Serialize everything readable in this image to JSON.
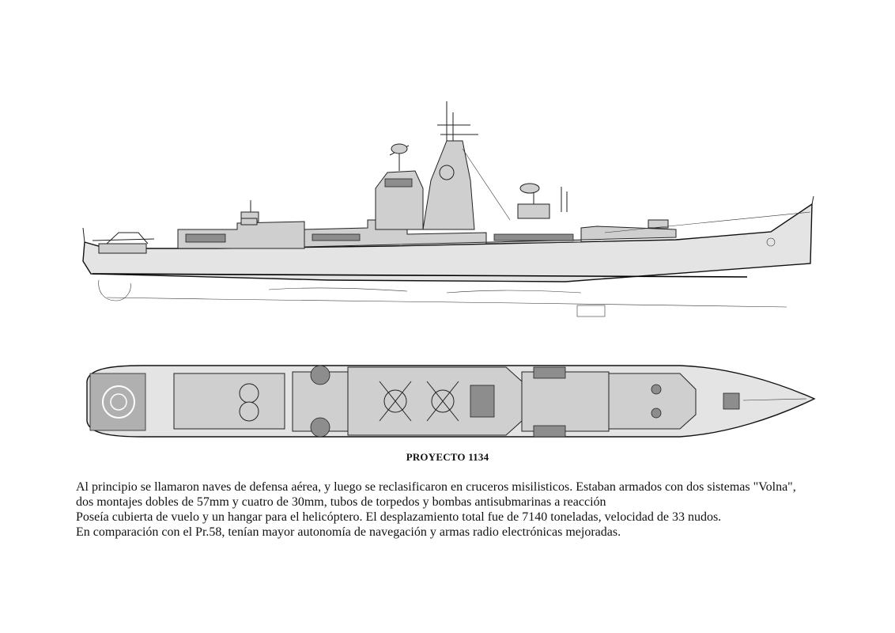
{
  "caption": "PROYECTO 1134",
  "description": {
    "line1": "Al principio se llamaron naves de defensa aérea, y luego se reclasificaron en cruceros misilisticos. Estaban armados con dos sistemas \"Volna\",",
    "line2": "dos montajes dobles de 57mm y cuatro de 30mm, tubos de torpedos y bombas antisubmarinas a reacción",
    "line3": "Poseía cubierta de vuelo y un hangar para el helicóptero. El desplazamiento total fue de 7140 toneladas, velocidad de 33 nudos.",
    "line4": "En comparación con el Pr.58, tenían  mayor autonomía de navegación y armas radio electrónicas mejoradas."
  }
}
